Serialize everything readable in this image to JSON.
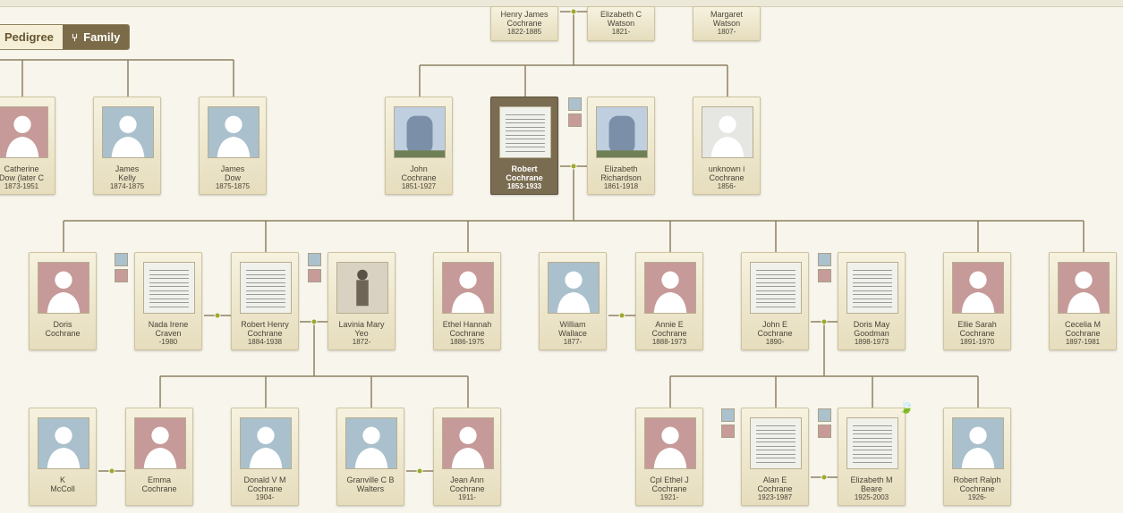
{
  "view_toggle": {
    "pedigree_label": "Pedigree",
    "family_label": "Family"
  },
  "colors": {
    "male_photo": "#aac0cc",
    "female_photo": "#c69a98",
    "line": "#8e8161",
    "selected": "#7a6c50",
    "dot": "#9aab2a"
  },
  "top_row": [
    {
      "name1": "Henry James",
      "name2": "Cochrane",
      "years": "1822-1885"
    },
    {
      "name1": "Elizabeth C",
      "name2": "Watson",
      "years": "1821-"
    },
    {
      "name1": "Margaret",
      "name2": "Watson",
      "years": "1807-"
    }
  ],
  "row2": [
    {
      "name1": "Catherine",
      "name2": "Dow (later C",
      "years": "1873-1951",
      "photo": "female"
    },
    {
      "name1": "James",
      "name2": "Kelly",
      "years": "1874-1875",
      "photo": "male"
    },
    {
      "name1": "James",
      "name2": "Dow",
      "years": "1875-1875",
      "photo": "male"
    },
    {
      "name1": "John",
      "name2": "Cochrane",
      "years": "1851-1927",
      "photo": "grave"
    },
    {
      "name1": "Robert",
      "name2": "Cochrane",
      "years": "1853-1933",
      "photo": "doc",
      "selected": true
    },
    {
      "name1": "Elizabeth",
      "name2": "Richardson",
      "years": "1861-1918",
      "photo": "grave"
    },
    {
      "name1": "unknown i",
      "name2": "Cochrane",
      "years": "1856-",
      "photo": "unknown"
    }
  ],
  "row3": [
    {
      "name1": "Doris",
      "name2": "Cochrane",
      "years": "",
      "photo": "female"
    },
    {
      "name1": "Nada Irene",
      "name2": "Craven",
      "years": "-1980",
      "photo": "doc"
    },
    {
      "name1": "Robert Henry",
      "name2": "Cochrane",
      "years": "1884-1938",
      "photo": "doc"
    },
    {
      "name1": "Lavinia Mary",
      "name2": "Yeo",
      "years": "1872-",
      "photo": "bw"
    },
    {
      "name1": "Ethel Hannah",
      "name2": "Cochrane",
      "years": "1886-1975",
      "photo": "female"
    },
    {
      "name1": "William",
      "name2": "Wallace",
      "years": "1877-",
      "photo": "male"
    },
    {
      "name1": "Annie E",
      "name2": "Cochrane",
      "years": "1888-1973",
      "photo": "female"
    },
    {
      "name1": "John E",
      "name2": "Cochrane",
      "years": "1890-",
      "photo": "doc"
    },
    {
      "name1": "Doris May",
      "name2": "Goodman",
      "years": "1898-1973",
      "photo": "doc"
    },
    {
      "name1": "Ellie Sarah",
      "name2": "Cochrane",
      "years": "1891-1970",
      "photo": "female"
    },
    {
      "name1": "Cecelia M",
      "name2": "Cochrane",
      "years": "1897-1981",
      "photo": "female"
    }
  ],
  "row4": [
    {
      "name1": "K",
      "name2": "McColl",
      "years": "",
      "photo": "male"
    },
    {
      "name1": "Emma",
      "name2": "Cochrane",
      "years": "",
      "photo": "female"
    },
    {
      "name1": "Donald V M",
      "name2": "Cochrane",
      "years": "1904-",
      "photo": "male"
    },
    {
      "name1": "Granville C B",
      "name2": "Walters",
      "years": "",
      "photo": "male"
    },
    {
      "name1": "Jean Ann",
      "name2": "Cochrane",
      "years": "1911-",
      "photo": "female"
    },
    {
      "name1": "Cpl Ethel J",
      "name2": "Cochrane",
      "years": "1921-",
      "photo": "female"
    },
    {
      "name1": "Alan E",
      "name2": "Cochrane",
      "years": "1923-1987",
      "photo": "doc"
    },
    {
      "name1": "Elizabeth M",
      "name2": "Beare",
      "years": "1925-2003",
      "photo": "doc"
    },
    {
      "name1": "Robert Ralph",
      "name2": "Cochrane",
      "years": "1926-",
      "photo": "male"
    }
  ]
}
